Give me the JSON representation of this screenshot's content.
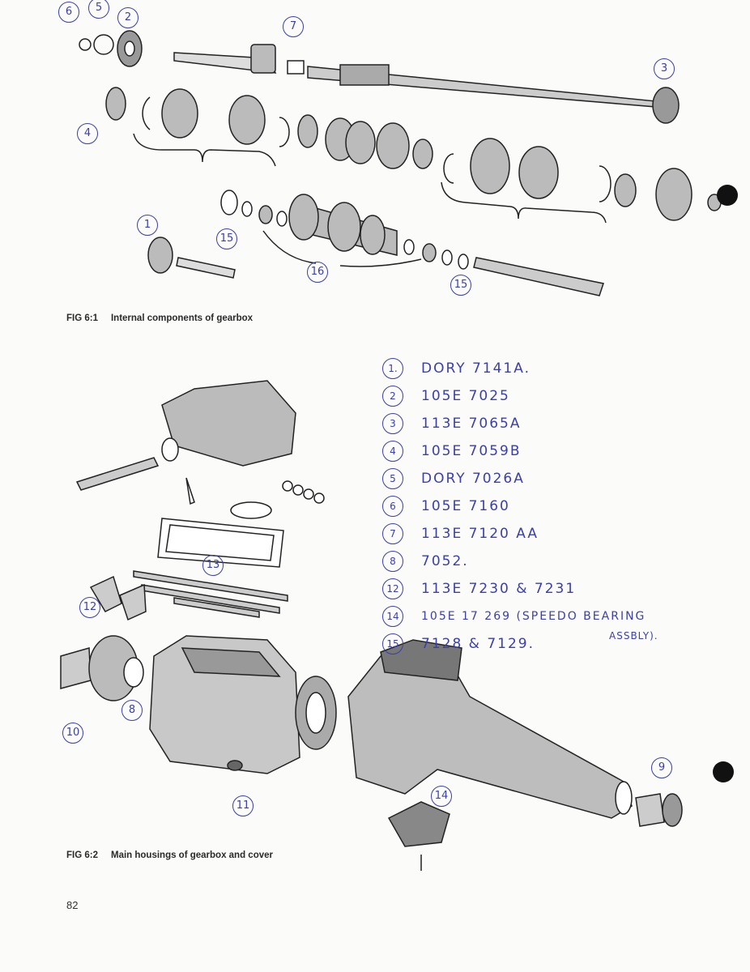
{
  "figures": [
    {
      "number": "FIG 6:1",
      "title": "Internal components of gearbox"
    },
    {
      "number": "FIG 6:2",
      "title": "Main housings of gearbox and cover"
    }
  ],
  "fig1_callouts": [
    "6",
    "5",
    "2",
    "7",
    "3",
    "4",
    "1",
    "15",
    "16",
    "15"
  ],
  "fig2_callouts": [
    "13",
    "12",
    "10",
    "8",
    "11",
    "14",
    "9"
  ],
  "parts_list": [
    {
      "ref": "1.",
      "part": "DORY 7141A."
    },
    {
      "ref": "2",
      "part": "105E 7025"
    },
    {
      "ref": "3",
      "part": "113E 7065A"
    },
    {
      "ref": "4",
      "part": "105E 7059B"
    },
    {
      "ref": "5",
      "part": "DORY 7026A"
    },
    {
      "ref": "6",
      "part": "105E 7160"
    },
    {
      "ref": "7",
      "part": "113E 7120 AA"
    },
    {
      "ref": "8",
      "part": "7052."
    },
    {
      "ref": "12",
      "part": "113E 7230 & 7231"
    },
    {
      "ref": "14",
      "part": "105E 17 269 (SPEEDO BEARING"
    },
    {
      "ref": "15",
      "part": "7128 & 7129."
    }
  ],
  "parts_list_continuation": "ASSBLY).",
  "page_number": "82"
}
